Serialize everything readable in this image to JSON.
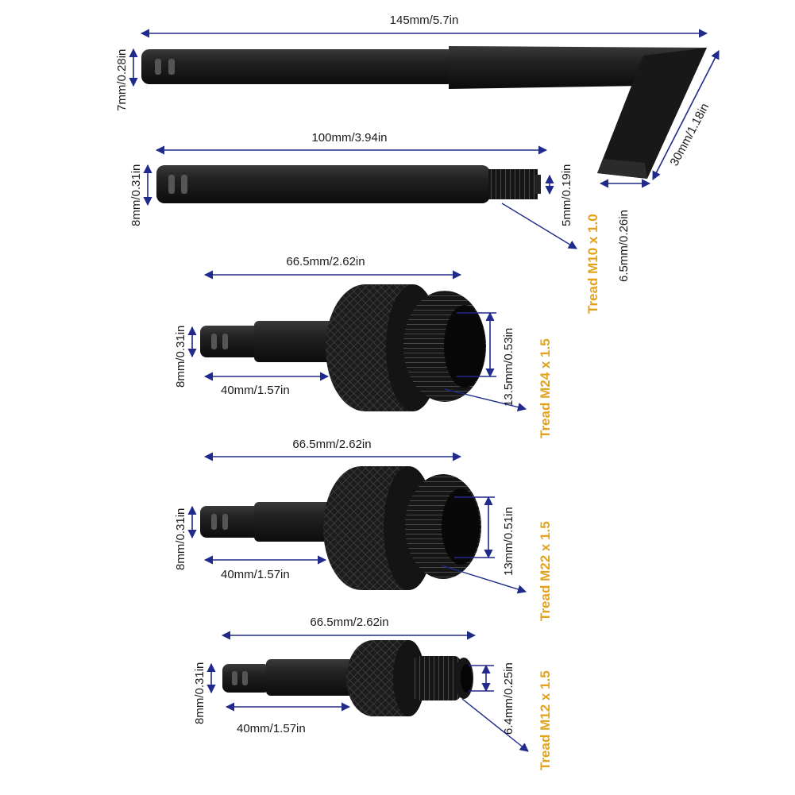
{
  "colors": {
    "dimension": "#1f2a8a",
    "tread": "#e3a21a",
    "tool": "#141414",
    "background": "#ffffff"
  },
  "tools": [
    {
      "id": "bent-rod",
      "labels": {
        "length": "145mm/5.7in",
        "diameter": "7mm/0.28in",
        "bend": "30mm/1.18in",
        "tip": "6.5mm/0.26in",
        "tread": "Tread M10 x 1.0"
      }
    },
    {
      "id": "threaded-rod",
      "labels": {
        "length": "100mm/3.94in",
        "diameter": "8mm/0.31in",
        "tip": "5mm/0.19in"
      }
    },
    {
      "id": "adapter-m24",
      "labels": {
        "length": "66.5mm/2.62in",
        "diameter": "8mm/0.31in",
        "shaft": "40mm/1.57in",
        "bore": "13.5mm/0.53in",
        "tread": "Tread M24 x 1.5"
      }
    },
    {
      "id": "adapter-m22",
      "labels": {
        "length": "66.5mm/2.62in",
        "diameter": "8mm/0.31in",
        "shaft": "40mm/1.57in",
        "bore": "13mm/0.51in",
        "tread": "Tread M22 x 1.5"
      }
    },
    {
      "id": "adapter-m12",
      "labels": {
        "length": "66.5mm/2.62in",
        "diameter": "8mm/0.31in",
        "shaft": "40mm/1.57in",
        "bore": "6.4mm/0.25in",
        "tread": "Tread M12 x 1.5"
      }
    }
  ]
}
